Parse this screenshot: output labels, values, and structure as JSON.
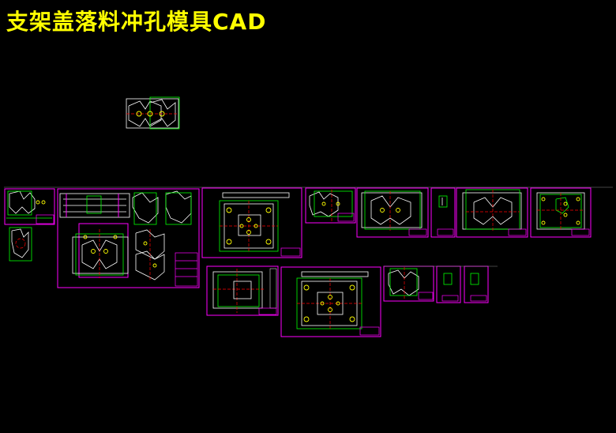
{
  "header": {
    "title": "支架盖落料冲孔模具CAD"
  },
  "colors": {
    "background": "#000000",
    "title": "#ffff00",
    "frame": "#ff00ff",
    "part": "#ffffff",
    "dim": "#00ff00",
    "center": "#ff0000",
    "hole": "#ffff00"
  },
  "sheets": [
    {
      "name": "preview-part"
    },
    {
      "name": "strip-layout-sheet"
    },
    {
      "name": "assembly-sheet"
    },
    {
      "name": "lower-die-plate-sheet"
    },
    {
      "name": "punch-sheet-a"
    },
    {
      "name": "die-plate-sheet"
    },
    {
      "name": "pin-sheet-a"
    },
    {
      "name": "stripper-plate-sheet"
    },
    {
      "name": "punch-plate-sheet"
    },
    {
      "name": "upper-die-plate-sheet"
    },
    {
      "name": "die-seat-sheet"
    },
    {
      "name": "punch-sheet-b"
    },
    {
      "name": "pin-sheet-b"
    },
    {
      "name": "pin-sheet-c"
    }
  ]
}
